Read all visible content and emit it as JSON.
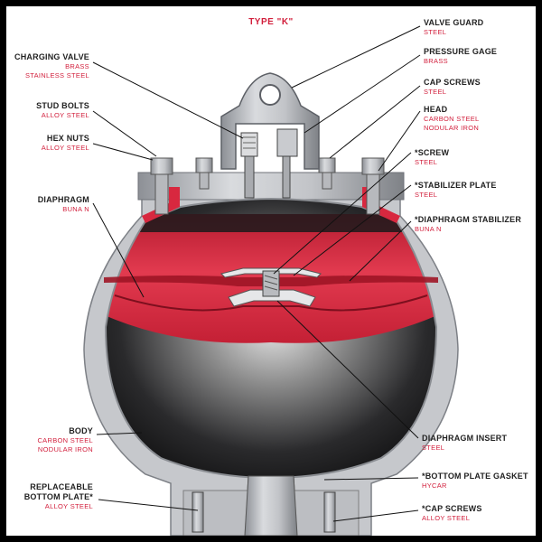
{
  "title": "TYPE \"K\"",
  "colors": {
    "accent": "#d21f3c",
    "chamber": "#d8283f",
    "shell": "#c9cbcf",
    "dark": "#1d1d1f"
  },
  "labels": {
    "valve_guard": {
      "name": "VALVE GUARD",
      "material": "STEEL"
    },
    "pressure_gage": {
      "name": "PRESSURE GAGE",
      "material": "BRASS"
    },
    "cap_screws_top": {
      "name": "CAP SCREWS",
      "material": "STEEL"
    },
    "head": {
      "name": "HEAD",
      "material_1": "CARBON STEEL",
      "material_2": "NODULAR IRON"
    },
    "screw": {
      "name": "*SCREW",
      "material": "STEEL"
    },
    "stabilizer_plate": {
      "name": "*STABILIZER PLATE",
      "material": "STEEL"
    },
    "diaphragm_stabilizer": {
      "name": "*DIAPHRAGM STABILIZER",
      "material": "BUNA N"
    },
    "charging_valve": {
      "name": "CHARGING VALVE",
      "material_1": "BRASS",
      "material_2": "STAINLESS STEEL"
    },
    "stud_bolts": {
      "name": "STUD BOLTS",
      "material": "ALLOY STEEL"
    },
    "hex_nuts": {
      "name": "HEX NUTS",
      "material": "ALLOY STEEL"
    },
    "diaphragm": {
      "name": "DIAPHRAGM",
      "material": "BUNA N"
    },
    "diaphragm_insert": {
      "name": "DIAPHRAGM INSERT",
      "material": "STEEL"
    },
    "body": {
      "name": "BODY",
      "material_1": "CARBON STEEL",
      "material_2": "NODULAR IRON"
    },
    "bottom_plate_gasket": {
      "name": "*BOTTOM PLATE GASKET",
      "material": "HYCAR"
    },
    "replaceable_bottom_plate": {
      "name_1": "REPLACEABLE",
      "name_2": "BOTTOM PLATE*",
      "material": "ALLOY STEEL"
    },
    "cap_screws_bottom": {
      "name": "*CAP SCREWS",
      "material": "ALLOY STEEL"
    }
  }
}
